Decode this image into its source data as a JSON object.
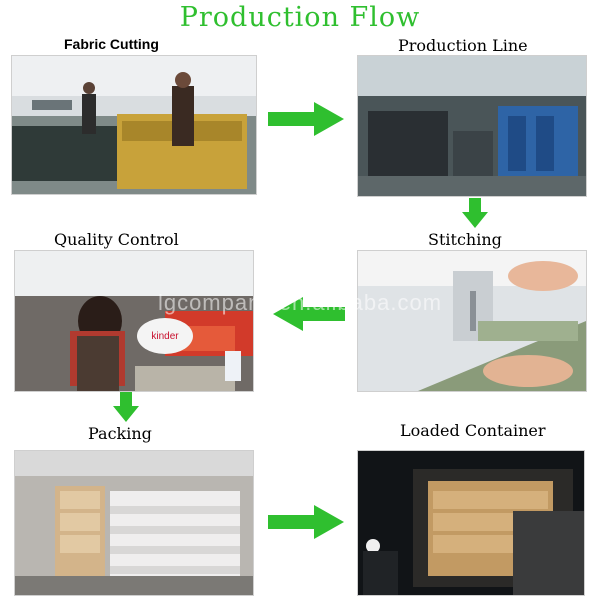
{
  "title": "Production Flow",
  "watermark": "lgcompany.en.alibaba.com",
  "steps": [
    {
      "label": "Fabric Cutting",
      "icon": "fabric-cutting-photo"
    },
    {
      "label": "Production Line",
      "icon": "production-line-photo"
    },
    {
      "label": "Stitching",
      "icon": "stitching-photo"
    },
    {
      "label": "Quality Control",
      "icon": "quality-control-photo"
    },
    {
      "label": "Packing",
      "icon": "packing-photo"
    },
    {
      "label": "Loaded Container",
      "icon": "loaded-container-photo"
    }
  ],
  "photo_text": {
    "brand": "kinder"
  },
  "colors": {
    "title": "#2fbf2f",
    "arrow": "#2fbf2f"
  }
}
